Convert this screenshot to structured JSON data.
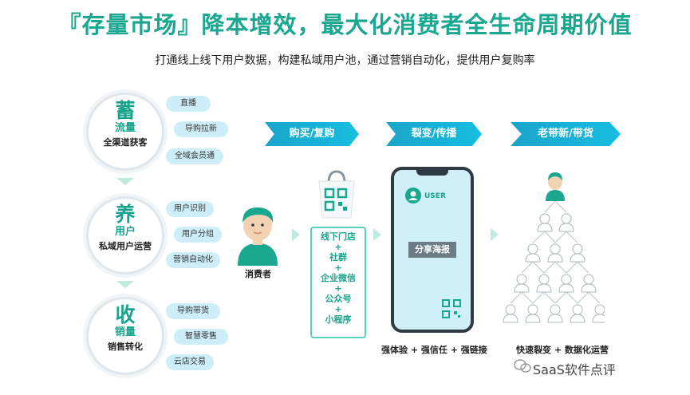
{
  "header": {
    "title": "『存量市场』降本增效，最大化消费者全生命周期价值",
    "subtitle": "打通线上线下用户数据，构建私域用户池，通过营销自动化，提供用户复购率"
  },
  "stages": [
    {
      "big": "蓄",
      "mid": "流量",
      "small": "全渠道获客",
      "pills": [
        "直播",
        "导购拉新",
        "全域会员通"
      ]
    },
    {
      "big": "养",
      "mid": "用户",
      "small": "私域用户运营",
      "pills": [
        "用户识别",
        "用户分组",
        "营销自动化"
      ]
    },
    {
      "big": "收",
      "mid": "销量",
      "small": "销售转化",
      "pills": [
        "导购带货",
        "智慧零售",
        "云店交易"
      ]
    }
  ],
  "consumer": {
    "label": "消费者"
  },
  "flow": [
    {
      "banner": "购买/复购"
    },
    {
      "banner": "裂变/传播",
      "caption": "强体验 + 强信任 + 强链接"
    },
    {
      "banner": "老带新/带货",
      "caption": "快速裂变 + 数据化运营"
    }
  ],
  "channels": [
    "线下门店",
    "+",
    "社群",
    "+",
    "企业微信",
    "+",
    "公众号",
    "+",
    "小程序"
  ],
  "phone": {
    "user_label": "USER",
    "poster_label": "分享海报"
  },
  "watermark": {
    "text": "SaaS软件点评"
  },
  "colors": {
    "accent": "#18a48c",
    "banner": "#17b2d6",
    "pill": "#cdeef8"
  }
}
